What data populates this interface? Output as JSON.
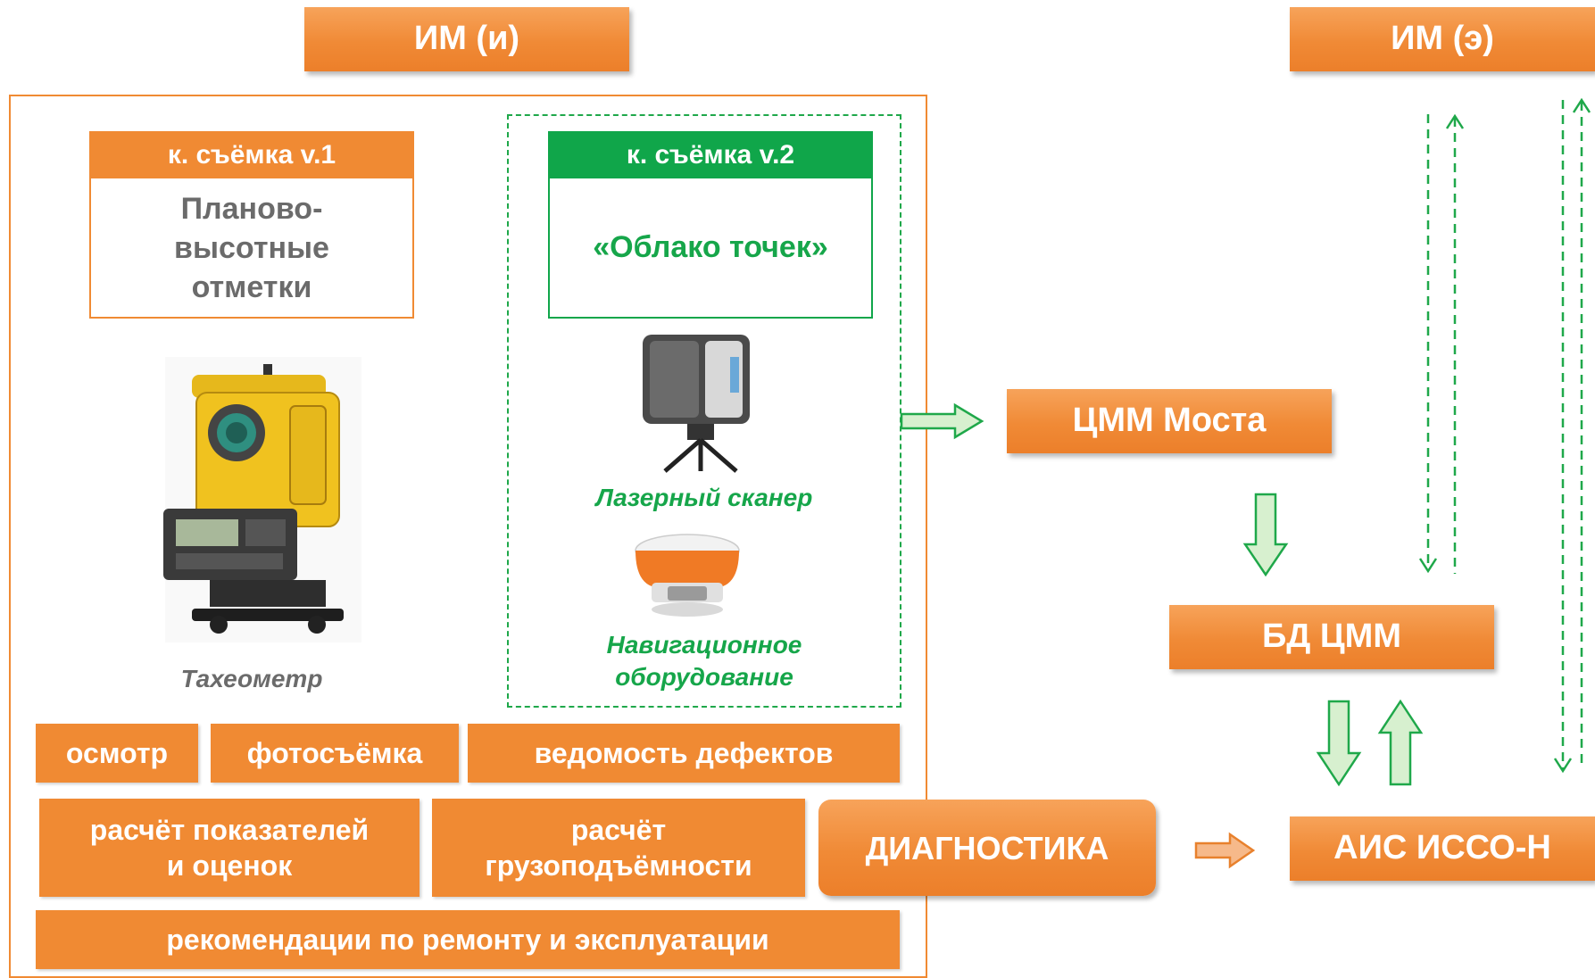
{
  "header": {
    "im_i": "ИМ (и)",
    "im_e": "ИМ (э)"
  },
  "survey_v1": {
    "title": "к. съёмка v.1",
    "body_line1": "Планово-",
    "body_line2": "высотные",
    "body_line3": "отметки",
    "device_caption": "Тахеометр"
  },
  "survey_v2": {
    "title": "к. съёмка v.2",
    "body": "«Облако точек»",
    "scanner_caption": "Лазерный сканер",
    "nav_caption_line1": "Навигационное",
    "nav_caption_line2": "оборудование"
  },
  "tasks": {
    "inspection": "осмотр",
    "photo": "фотосъёмка",
    "defects": "ведомость дефектов",
    "calc_line1": "расчёт показателей",
    "calc_line2": "и  оценок",
    "capacity_line1": "расчёт",
    "capacity_line2": "грузоподъёмности",
    "recommendations": "рекомендации по ремонту и эксплуатации"
  },
  "flow": {
    "cmm_bridge": "ЦММ Моста",
    "db_cmm": "БД ЦММ",
    "diagnostics": "ДИАГНОСТИКА",
    "ais": "АИС ИССО-Н"
  },
  "colors": {
    "orange": "#f08a33",
    "green": "#10a64a",
    "arrow_fill": "#d7f0cf",
    "arrow_stroke": "#1fa84a"
  }
}
